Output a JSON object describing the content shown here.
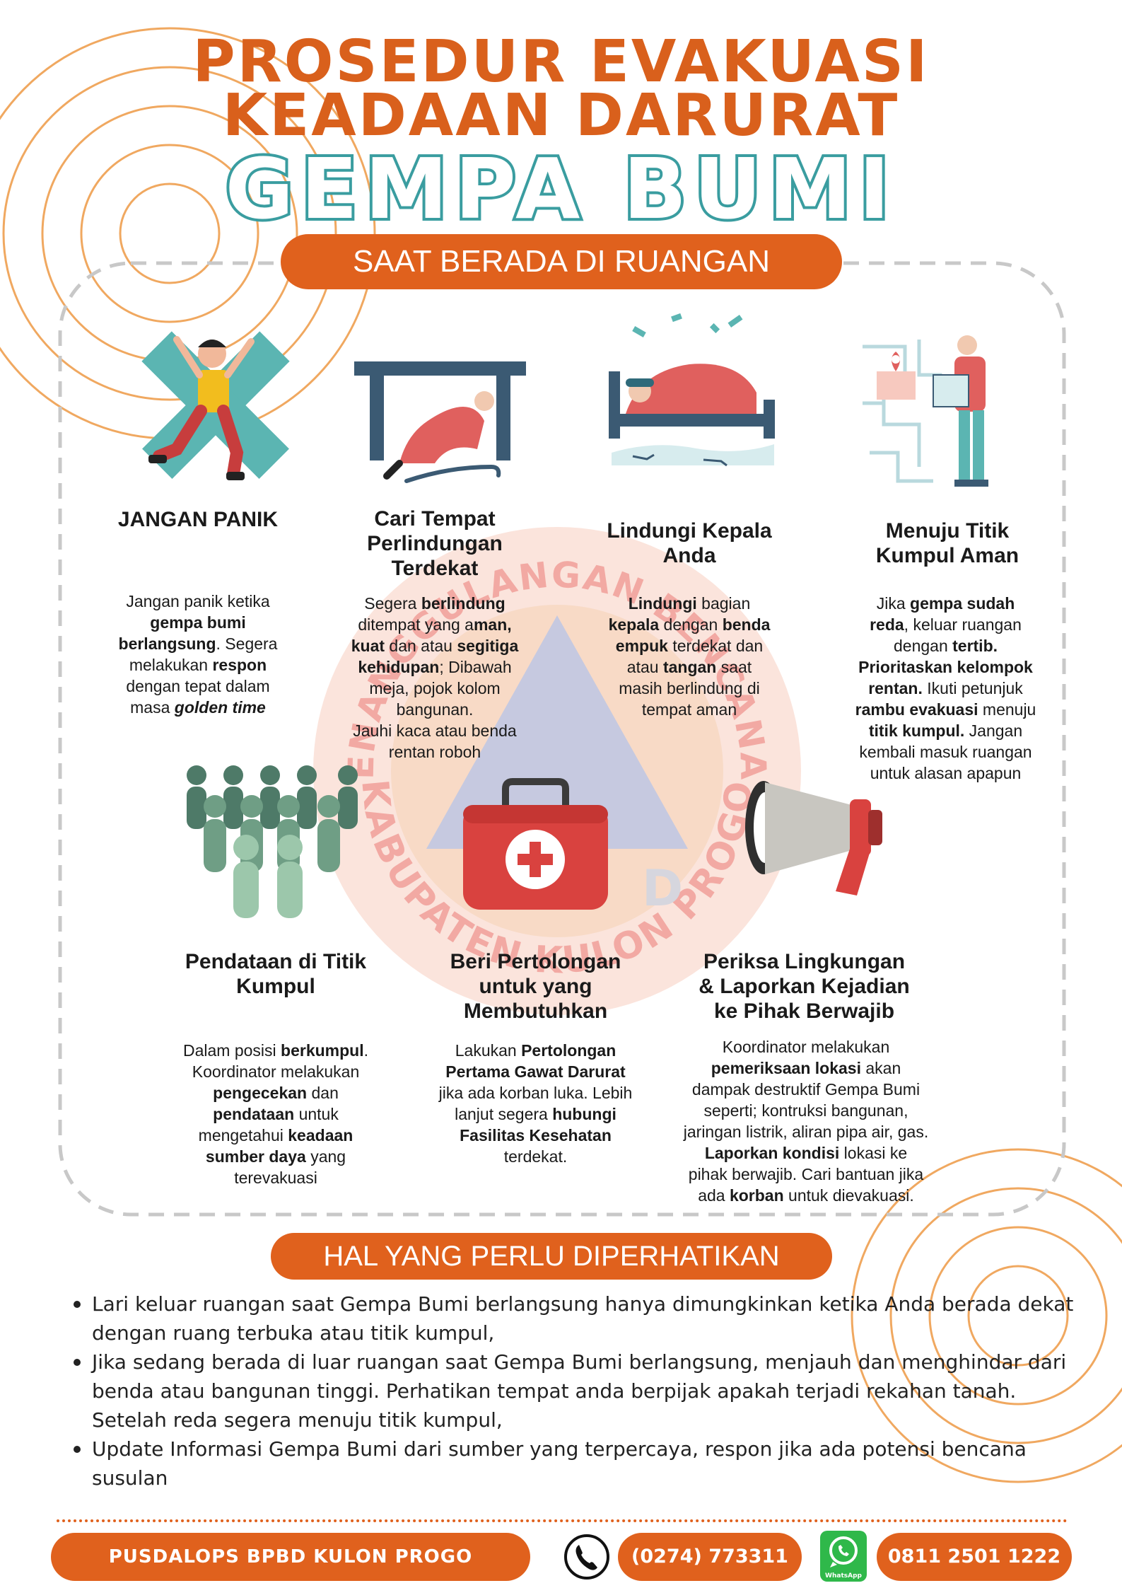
{
  "title": {
    "line1": "PROSEDUR EVAKUASI",
    "line2": "KEADAAN DARURAT",
    "line3": "GEMPA BUMI"
  },
  "section1": {
    "label": "SAAT BERADA DI RUANGAN"
  },
  "watermark": {
    "text_top": "BADAN PENANGGULANGAN BENCANA DAERAH",
    "text_bottom": "KABUPATEN KULON PROGO",
    "letter": "D"
  },
  "steps": [
    {
      "icon": "panic-person-icon",
      "title": "JANGAN PANIK",
      "desc": [
        [
          [
            "Jangan panik ketika",
            ""
          ]
        ],
        [
          [
            "gempa bumi",
            "b"
          ]
        ],
        [
          [
            "berlangsung",
            "b"
          ],
          [
            ". Segera",
            ""
          ]
        ],
        [
          [
            "melakukan ",
            ""
          ],
          [
            "respon",
            "b"
          ]
        ],
        [
          [
            "dengan tepat dalam",
            ""
          ]
        ],
        [
          [
            "masa ",
            ""
          ],
          [
            "golden time",
            "i"
          ]
        ]
      ]
    },
    {
      "icon": "shelter-under-table-icon",
      "title_lines": [
        "Cari Tempat",
        "Perlindungan",
        "Terdekat"
      ],
      "desc": [
        [
          [
            "Segera ",
            ""
          ],
          [
            "berlindung",
            "b"
          ]
        ],
        [
          [
            "ditempat yang a",
            ""
          ],
          [
            "man,",
            "b"
          ]
        ],
        [
          [
            "kuat",
            "b"
          ],
          [
            " dan atau ",
            ""
          ],
          [
            "segitiga",
            "b"
          ]
        ],
        [
          [
            "kehidupan",
            "b"
          ],
          [
            "; Dibawah",
            ""
          ]
        ],
        [
          [
            "meja, pojok kolom",
            ""
          ]
        ],
        [
          [
            "bangunan.",
            ""
          ]
        ],
        [
          [
            "Jauhi kaca atau benda",
            ""
          ]
        ],
        [
          [
            "rentan roboh",
            ""
          ]
        ]
      ]
    },
    {
      "icon": "protect-head-icon",
      "title_lines": [
        "Lindungi Kepala",
        "Anda"
      ],
      "desc": [
        [
          [
            "Lindungi",
            "b"
          ],
          [
            " bagian",
            ""
          ]
        ],
        [
          [
            "kepala",
            "b"
          ],
          [
            " dengan ",
            ""
          ],
          [
            "benda",
            "b"
          ]
        ],
        [
          [
            "empuk",
            "b"
          ],
          [
            " terdekat dan",
            ""
          ]
        ],
        [
          [
            "atau ",
            ""
          ],
          [
            "tangan",
            "b"
          ],
          [
            " saat",
            ""
          ]
        ],
        [
          [
            "masih berlindung di",
            ""
          ]
        ],
        [
          [
            "tempat aman",
            ""
          ]
        ]
      ]
    },
    {
      "icon": "assembly-map-icon",
      "title_lines": [
        "Menuju Titik",
        "Kumpul Aman"
      ],
      "desc": [
        [
          [
            "Jika ",
            ""
          ],
          [
            "gempa sudah",
            "b"
          ]
        ],
        [
          [
            "reda",
            "b"
          ],
          [
            ", keluar ruangan",
            ""
          ]
        ],
        [
          [
            "dengan ",
            ""
          ],
          [
            "tertib.",
            "b"
          ]
        ],
        [
          [
            "Prioritaskan kelompok",
            "b"
          ]
        ],
        [
          [
            "rentan.",
            "b"
          ],
          [
            " Ikuti petunjuk",
            ""
          ]
        ],
        [
          [
            "rambu evakuasi",
            "b"
          ],
          [
            " menuju",
            ""
          ]
        ],
        [
          [
            "titik kumpul.",
            "b"
          ],
          [
            " Jangan",
            ""
          ]
        ],
        [
          [
            "kembali masuk ruangan",
            ""
          ]
        ],
        [
          [
            "untuk alasan apapun",
            ""
          ]
        ]
      ]
    },
    {
      "icon": "crowd-people-icon",
      "title_lines": [
        "Pendataan di Titik",
        "Kumpul"
      ],
      "desc": [
        [
          [
            "Dalam posisi ",
            ""
          ],
          [
            "berkumpul",
            "b"
          ],
          [
            ".",
            ""
          ]
        ],
        [
          [
            "Koordinator melakukan",
            ""
          ]
        ],
        [
          [
            "pengecekan",
            "b"
          ],
          [
            " dan",
            ""
          ]
        ],
        [
          [
            "pendataan",
            "b"
          ],
          [
            " untuk",
            ""
          ]
        ],
        [
          [
            "mengetahui ",
            ""
          ],
          [
            "keadaan",
            "b"
          ]
        ],
        [
          [
            "sumber daya",
            "b"
          ],
          [
            " yang",
            ""
          ]
        ],
        [
          [
            "terevakuasi",
            ""
          ]
        ]
      ]
    },
    {
      "icon": "first-aid-kit-icon",
      "title_lines": [
        "Beri Pertolongan",
        "untuk yang",
        "Membutuhkan"
      ],
      "desc": [
        [
          [
            "Lakukan ",
            ""
          ],
          [
            "Pertolongan",
            "b"
          ]
        ],
        [
          [
            "Pertama Gawat Darurat",
            "b"
          ]
        ],
        [
          [
            "jika ada korban luka. Lebih",
            ""
          ]
        ],
        [
          [
            "lanjut segera ",
            ""
          ],
          [
            "hubungi",
            "b"
          ]
        ],
        [
          [
            "Fasilitas Kesehatan",
            "b"
          ]
        ],
        [
          [
            "terdekat.",
            ""
          ]
        ]
      ]
    },
    {
      "icon": "megaphone-icon",
      "title_lines": [
        "Periksa Lingkungan",
        "& Laporkan Kejadian",
        "ke Pihak Berwajib"
      ],
      "desc": [
        [
          [
            "Koordinator melakukan",
            ""
          ]
        ],
        [
          [
            "pemeriksaan lokasi",
            "b"
          ],
          [
            " akan",
            ""
          ]
        ],
        [
          [
            "dampak destruktif Gempa Bumi",
            ""
          ]
        ],
        [
          [
            "seperti; kontruksi bangunan,",
            ""
          ]
        ],
        [
          [
            "jaringan listrik, aliran pipa air, gas.",
            ""
          ]
        ],
        [
          [
            "Laporkan kondisi",
            "b"
          ],
          [
            " lokasi ke",
            ""
          ]
        ],
        [
          [
            "pihak berwajib. Cari bantuan jika",
            ""
          ]
        ],
        [
          [
            "ada ",
            ""
          ],
          [
            "korban",
            "b"
          ],
          [
            " untuk dievakuasi.",
            ""
          ]
        ]
      ]
    }
  ],
  "section2": {
    "label": "HAL YANG PERLU DIPERHATIKAN"
  },
  "notes": [
    "Lari keluar ruangan saat Gempa Bumi berlangsung hanya dimungkinkan ketika Anda berada dekat dengan ruang terbuka atau titik kumpul,",
    "Jika sedang berada di luar ruangan saat Gempa Bumi berlangsung, menjauh dan menghindar dari benda atau bangunan tinggi. Perhatikan tempat anda berpijak apakah terjadi rekahan tanah. Setelah reda segera menuju titik kumpul,",
    "Update Informasi Gempa Bumi dari sumber yang terpercaya, respon jika ada potensi bencana susulan"
  ],
  "footer": {
    "org": "PUSDALOPS BPBD KULON PROGO",
    "phone_icon": "phone-icon",
    "phone": "(0274) 773311",
    "wa_icon": "whatsapp-icon",
    "wa_label": "WhatsApp",
    "wa_number": "0811 2501 1222"
  },
  "colors": {
    "orange": "#e0611d",
    "teal": "#3a9da0",
    "deco_orange": "#f0a860"
  }
}
